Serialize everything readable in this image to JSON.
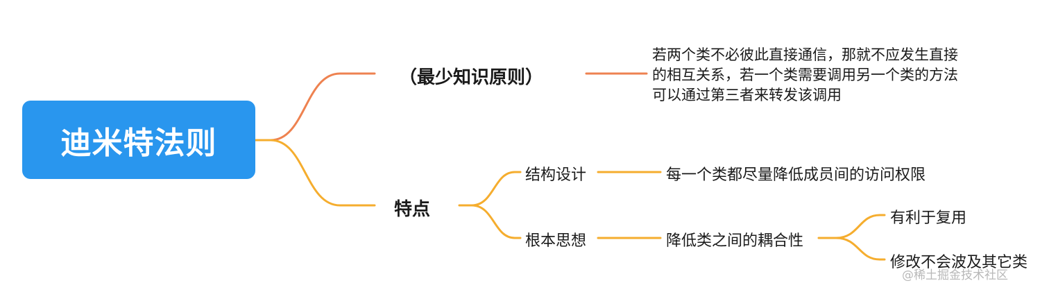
{
  "root": {
    "label": "迪米特法则"
  },
  "branches": {
    "alias": {
      "label": "（最少知识原则）",
      "description": [
        "若两个类不必彼此直接通信，那就不应发生直接",
        "的相互关系，若一个类需要调用另一个类的方法",
        "可以通过第三者来转发该调用"
      ]
    },
    "features": {
      "label": "特点",
      "structure": {
        "label": "结构设计",
        "detail": "每一个类都尽量降低成员间的访问权限"
      },
      "idea": {
        "label": "根本思想",
        "detail": "降低类之间的耦合性",
        "benefits": [
          "有利于复用",
          "修改不会波及其它类"
        ]
      }
    }
  },
  "watermark": "@稀土掘金技术社区",
  "colors": {
    "root_fill": "#2996ee",
    "top_branch": "#ee8250",
    "bottom_branch": "#f5ad2e"
  }
}
